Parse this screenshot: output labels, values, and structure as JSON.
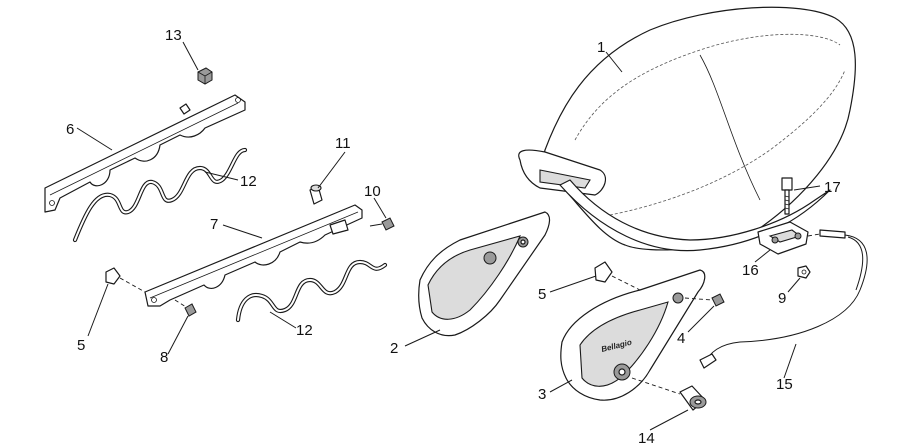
{
  "diagram": {
    "brand_text": "Bellagio",
    "callouts": {
      "c1": "1",
      "c2": "2",
      "c3": "3",
      "c4": "4",
      "c5a": "5",
      "c5b": "5",
      "c6": "6",
      "c7": "7",
      "c8": "8",
      "c9": "9",
      "c10": "10",
      "c11": "11",
      "c12a": "12",
      "c12b": "12",
      "c13": "13",
      "c14": "14",
      "c15": "15",
      "c16": "16",
      "c17": "17"
    }
  }
}
